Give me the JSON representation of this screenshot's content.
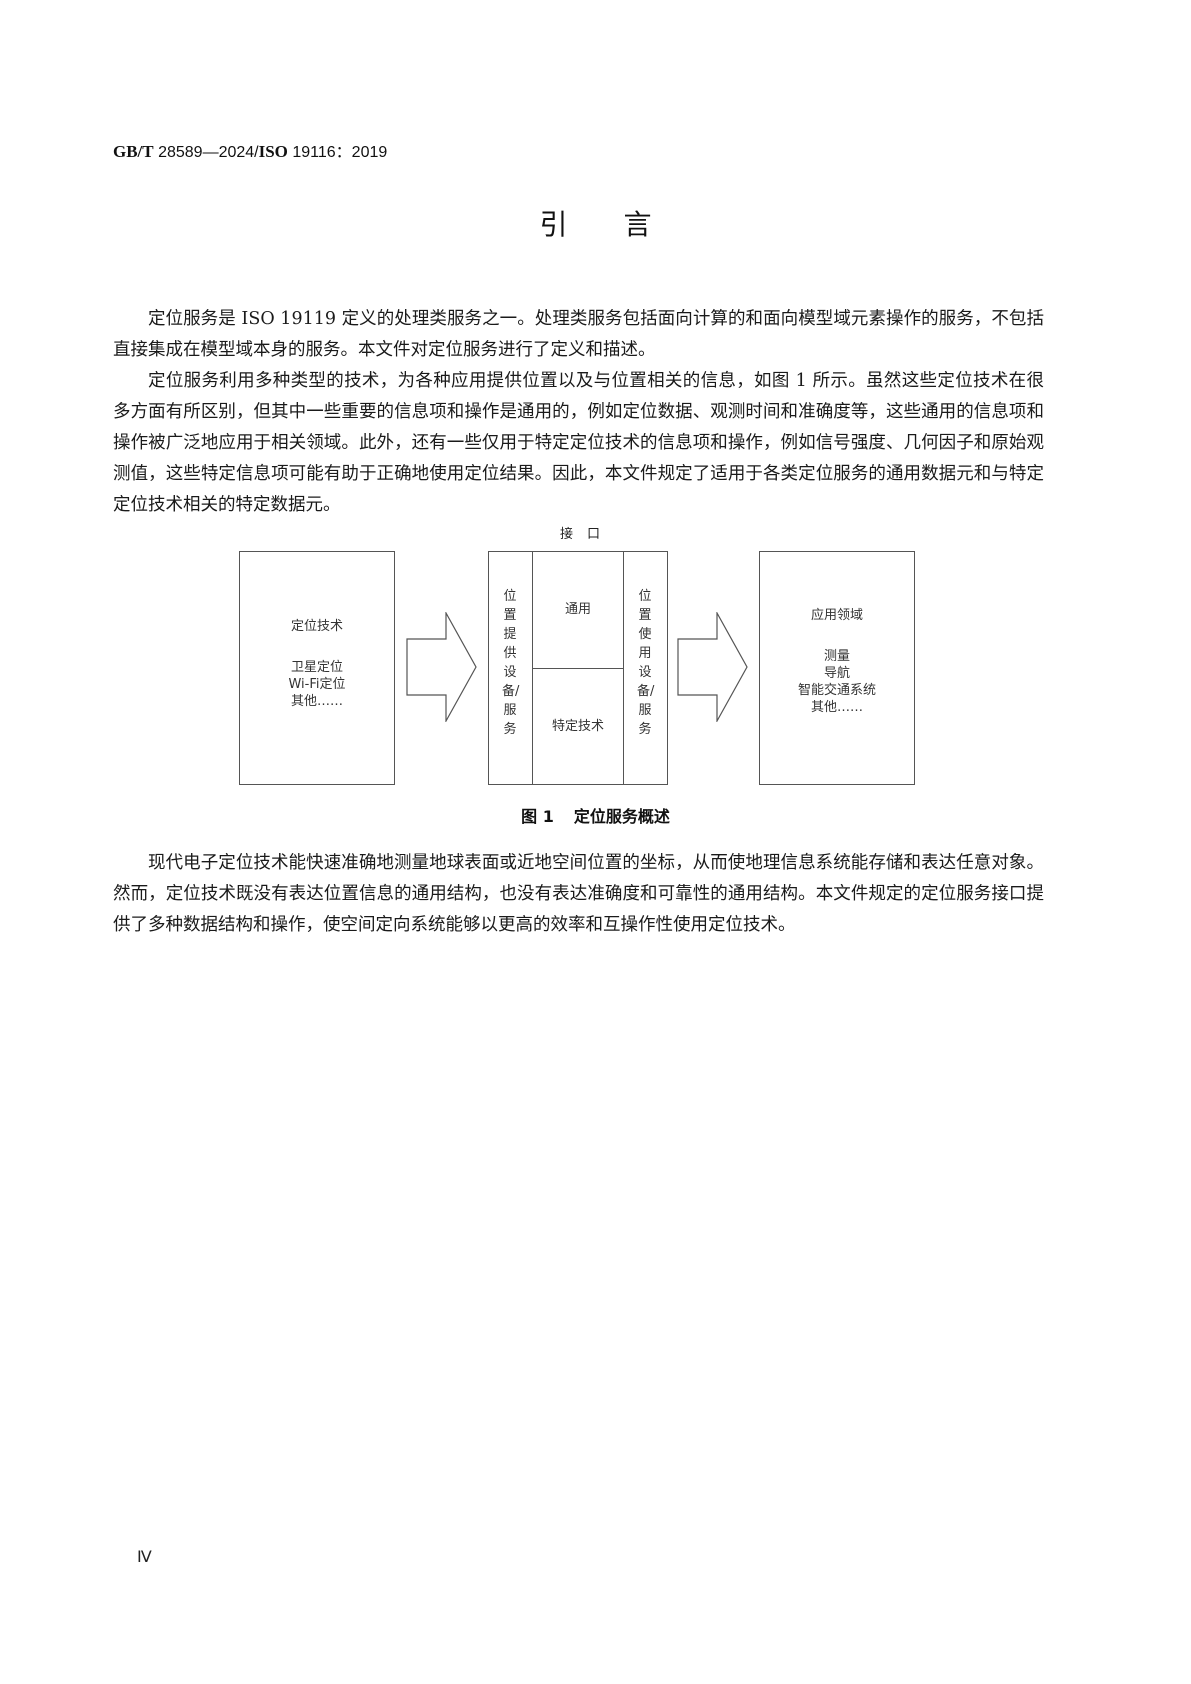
{
  "header": {
    "std_prefix": "GB/T",
    "std_number": "28589—2024/",
    "iso_prefix": "ISO",
    "iso_number": "19116：2019"
  },
  "title": "引言",
  "paragraphs": [
    "定位服务是 ISO 19119 定义的处理类服务之一。处理类服务包括面向计算的和面向模型域元素操作的服务，不包括直接集成在模型域本身的服务。本文件对定位服务进行了定义和描述。",
    "定位服务利用多种类型的技术，为各种应用提供位置以及与位置相关的信息，如图 1 所示。虽然这些定位技术在很多方面有所区别，但其中一些重要的信息项和操作是通用的，例如定位数据、观测时间和准确度等，这些通用的信息项和操作被广泛地应用于相关领域。此外，还有一些仅用于特定定位技术的信息项和操作，例如信号强度、几何因子和原始观测值，这些特定信息项可能有助于正确地使用定位结果。因此，本文件规定了适用于各类定位服务的通用数据元和与特定定位技术相关的特定数据元。",
    "现代电子定位技术能快速准确地测量地球表面或近地空间位置的坐标，从而使地理信息系统能存储和表达任意对象。然而，定位技术既没有表达位置信息的通用结构，也没有表达准确度和可靠性的通用结构。本文件规定的定位服务接口提供了多种数据结构和操作，使空间定向系统能够以更高的效率和互操作性使用定位技术。"
  ],
  "figure": {
    "interface_label": "接口",
    "left_box": {
      "heading": "定位技术",
      "items": [
        "卫星定位",
        "Wi-Fi定位",
        "其他……"
      ]
    },
    "provider_column": "位置提供设备/服务",
    "general_cell": "通用",
    "specific_cell": "特定技术",
    "user_column": "位置使用设备/服务",
    "right_box": {
      "heading": "应用领域",
      "items": [
        "测量",
        "导航",
        "智能交通系统",
        "其他……"
      ]
    },
    "caption_number": "图 1",
    "caption_title": "定位服务概述"
  },
  "page_number": "Ⅳ"
}
